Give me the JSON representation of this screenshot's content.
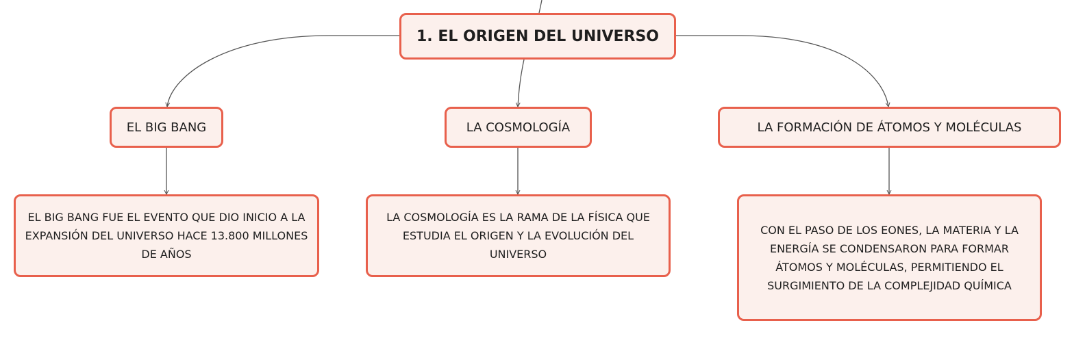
{
  "map": {
    "root": {
      "label": "1. EL ORIGEN DEL UNIVERSO"
    },
    "branches": [
      {
        "label": "EL BIG BANG",
        "detail": "EL BIG BANG FUE EL EVENTO QUE DIO INICIO A LA EXPANSIÓN DEL UNIVERSO HACE 13.800 MILLONES DE AÑOS"
      },
      {
        "label": "LA COSMOLOGÍA",
        "detail": "LA COSMOLOGÍA ES LA RAMA DE LA FÍSICA QUE ESTUDIA EL ORIGEN Y LA EVOLUCIÓN DEL UNIVERSO"
      },
      {
        "label": "LA FORMACIÓN DE ÁTOMOS Y MOLÉCULAS",
        "detail": "CON EL PASO DE LOS EONES, LA MATERIA Y LA ENERGÍA SE CONDENSARON PARA FORMAR ÁTOMOS Y MOLÉCULAS, PERMITIENDO EL SURGIMIENTO DE LA COMPLEJIDAD QUÍMICA"
      }
    ]
  },
  "colors": {
    "node_border": "#e8604c",
    "node_fill": "#fcf0ec",
    "connector": "#555555"
  }
}
